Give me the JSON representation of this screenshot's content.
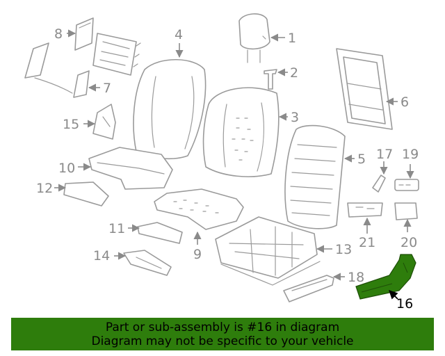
{
  "diagram": {
    "highlight_color": "#2e7d0c",
    "callouts": {
      "c1": "1",
      "c2": "2",
      "c3": "3",
      "c4": "4",
      "c5": "5",
      "c6": "6",
      "c7": "7",
      "c8": "8",
      "c9": "9",
      "c10": "10",
      "c11": "11",
      "c12": "12",
      "c13": "13",
      "c14": "14",
      "c15": "15",
      "c16": "16",
      "c17": "17",
      "c18": "18",
      "c19": "19",
      "c20": "20",
      "c21": "21"
    }
  },
  "banner": {
    "line1": "Part or sub-assembly is #16 in diagram",
    "line2": "Diagram may not be specific to your vehicle",
    "background": "#2e7d0c"
  }
}
